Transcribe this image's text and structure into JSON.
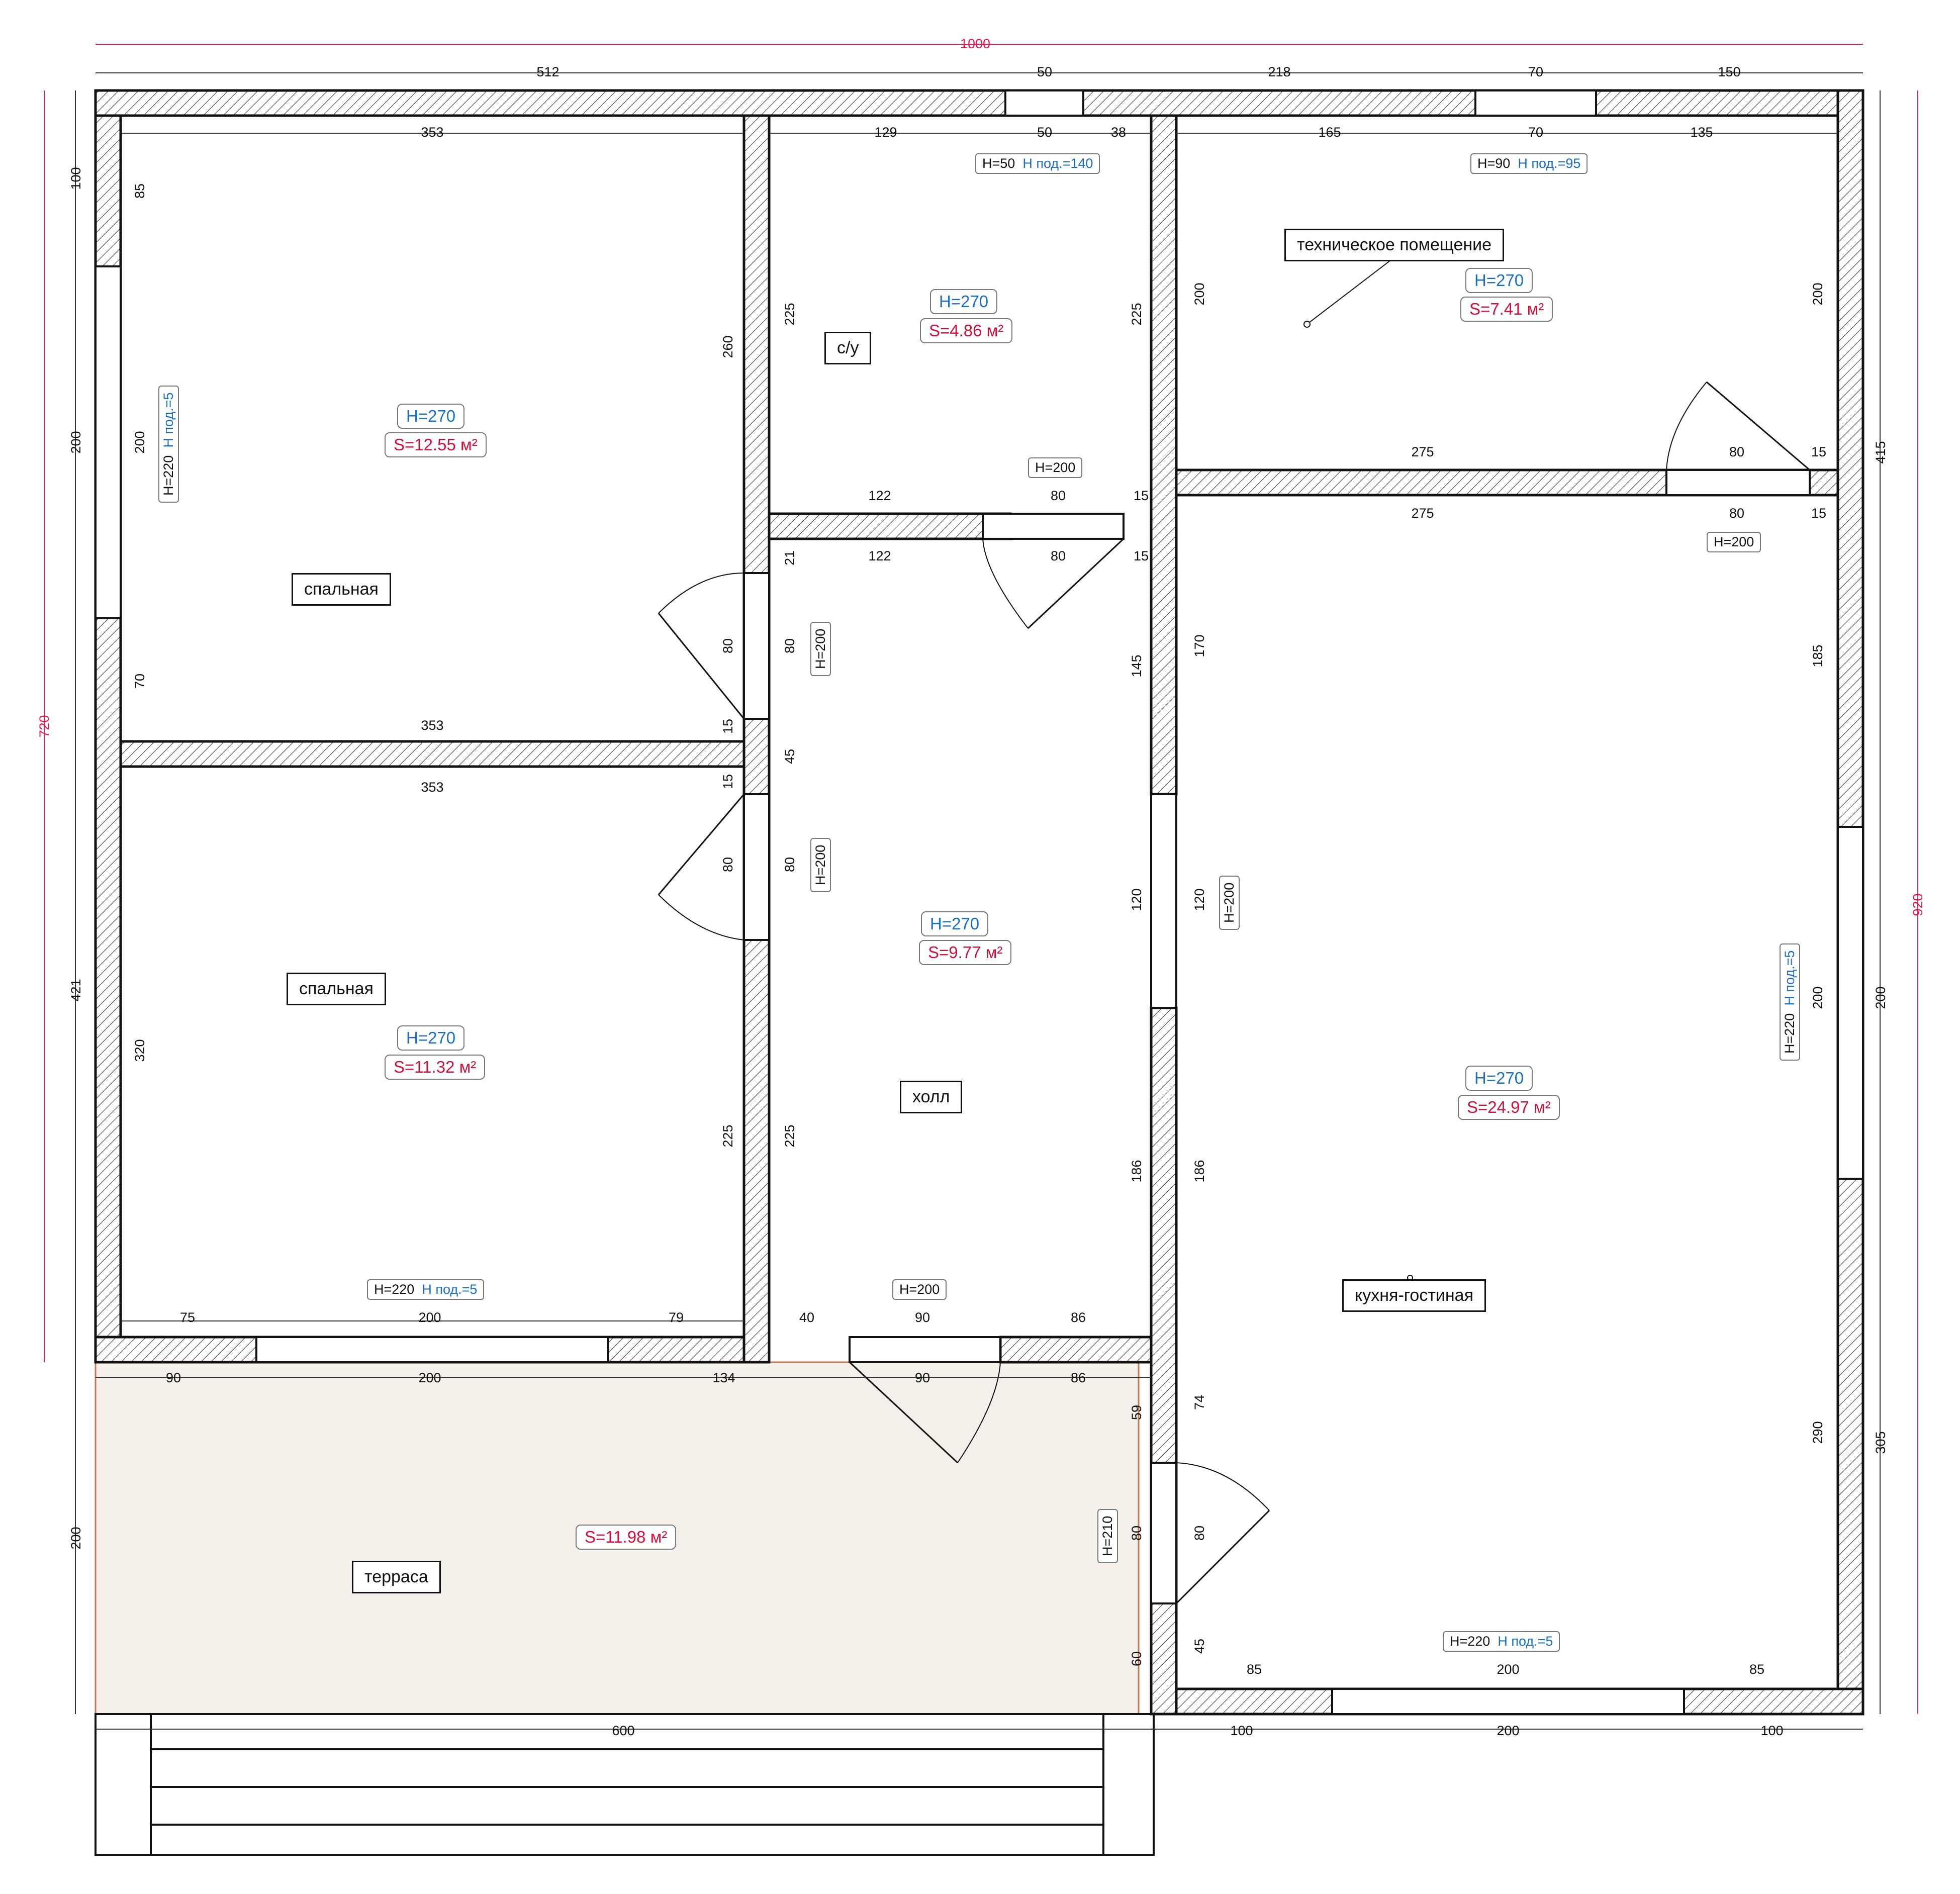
{
  "overall": {
    "width": "1000",
    "left_height": "720",
    "right_height": "920"
  },
  "rooms": [
    {
      "name": "спальная",
      "height": "H=270",
      "area": "S=12.55 м²"
    },
    {
      "name": "спальная",
      "height": "H=270",
      "area": "S=11.32 м²"
    },
    {
      "name": "с/у",
      "height": "H=270",
      "area": "S=4.86 м²"
    },
    {
      "name": "техническое помещение",
      "height": "H=270",
      "area": "S=7.41 м²"
    },
    {
      "name": "холл",
      "height": "H=270",
      "area": "S=9.77 м²"
    },
    {
      "name": "кухня-гостиная",
      "height": "H=270",
      "area": "S=24.97 м²"
    },
    {
      "name": "терраса",
      "area": "S=11.98 м²"
    }
  ],
  "openings": [
    {
      "h": "H=50",
      "sill": "H под.=140"
    },
    {
      "h": "H=90",
      "sill": "H под.=95"
    },
    {
      "h": "H=220",
      "sill": "H под.=5"
    },
    {
      "h": "H=220",
      "sill": "H под.=5"
    },
    {
      "h": "H=220",
      "sill": "H под.=5"
    },
    {
      "h": "H=220",
      "sill": "H под.=5"
    },
    {
      "h": "H=200"
    },
    {
      "h": "H=200"
    },
    {
      "h": "H=200"
    },
    {
      "h": "H=200"
    },
    {
      "h": "H=200"
    },
    {
      "h": "H=200"
    },
    {
      "h": "H=210"
    }
  ],
  "dimensions": {
    "top_outer": [
      "512",
      "50",
      "218",
      "70",
      "150"
    ],
    "top_inner": [
      "353",
      "129",
      "50",
      "38",
      "165",
      "70",
      "135"
    ],
    "mid_h": [
      "122",
      "80",
      "15",
      "275",
      "80",
      "15",
      "353",
      "353",
      "75",
      "200",
      "79",
      "40",
      "90",
      "86"
    ],
    "terrace_h": [
      "90",
      "200",
      "134",
      "90",
      "86"
    ],
    "bottom": [
      "600",
      "100",
      "200",
      "100",
      "85",
      "200",
      "85"
    ],
    "left_outer": [
      "100",
      "200",
      "421",
      "200"
    ],
    "left_inner": [
      "85",
      "200",
      "70",
      "320"
    ],
    "partition_v": [
      "260",
      "80",
      "15",
      "15",
      "80",
      "225",
      "225",
      "21",
      "80",
      "45",
      "80",
      "225"
    ],
    "wc_v": [
      "225",
      "225"
    ],
    "hall_v": [
      "145",
      "120",
      "186",
      "59",
      "80",
      "60"
    ],
    "kitchen_v": [
      "200",
      "170",
      "120",
      "186",
      "74",
      "80",
      "45"
    ],
    "right_inner": [
      "200",
      "185",
      "200",
      "290"
    ],
    "right_outer": [
      "415",
      "200",
      "305"
    ]
  }
}
